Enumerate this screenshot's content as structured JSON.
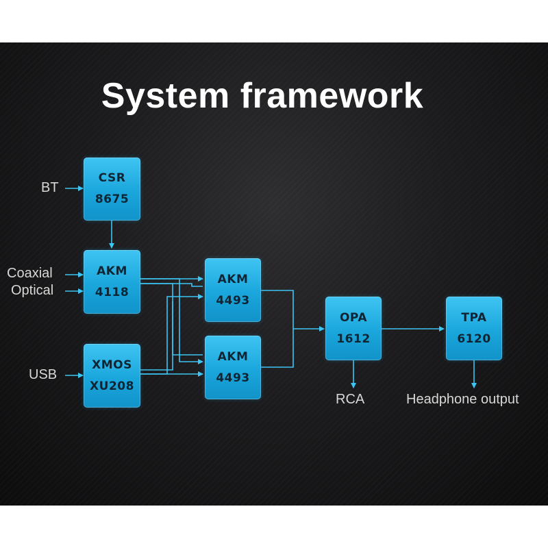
{
  "title": "System framework",
  "inputs": {
    "bt": "BT",
    "coaxial": "Coaxial",
    "optical": "Optical",
    "usb": "USB"
  },
  "chips": {
    "csr": {
      "line1": "CSR",
      "line2": "8675"
    },
    "akm4118": {
      "line1": "AKM",
      "line2": "4118"
    },
    "xmos": {
      "line1": "XMOS",
      "line2": "XU208"
    },
    "akm4493_top": {
      "line1": "AKM",
      "line2": "4493"
    },
    "akm4493_bottom": {
      "line1": "AKM",
      "line2": "4493"
    },
    "opa": {
      "line1": "OPA",
      "line2": "1612"
    },
    "tpa": {
      "line1": "TPA",
      "line2": "6120"
    }
  },
  "outputs": {
    "rca": "RCA",
    "headphone": "Headphone output"
  },
  "colors": {
    "chip": "#1aa6dc",
    "line": "#3cc6f4",
    "background": "#1c1c1e",
    "title": "#ffffff"
  }
}
